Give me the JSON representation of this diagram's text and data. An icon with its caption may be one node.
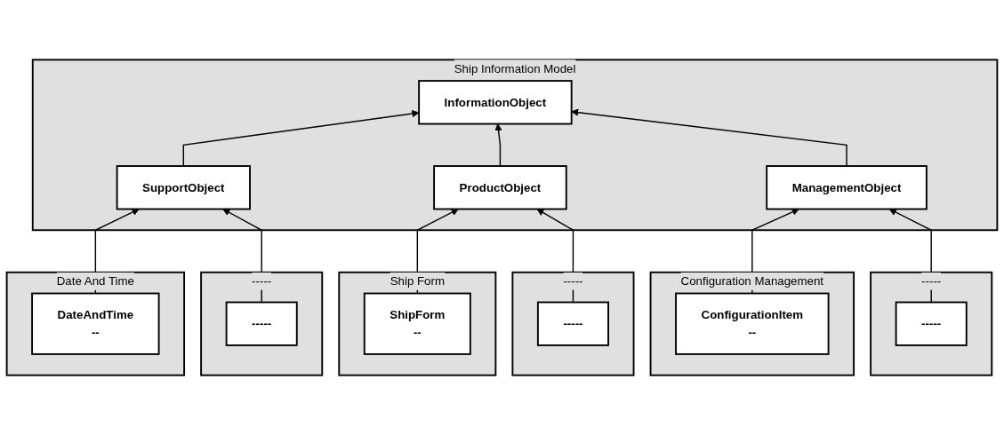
{
  "diagram": {
    "nodes": [
      {
        "text": [
          "Date And Time"
        ]
      },
      {
        "text": [
          "DateAndTime",
          "--"
        ],
        "in": 0
      },
      {
        "text": [
          "Ship Information Model"
        ]
      },
      {
        "text": [
          "InformationObject"
        ],
        "in": 2
      },
      {
        "text": [
          "SupportObject"
        ],
        "in": 2
      },
      {
        "text": [
          "ProductObject"
        ],
        "in": 2
      },
      {
        "text": [
          "ManagementObject"
        ],
        "in": 2
      },
      {
        "text": [
          "Ship Form"
        ]
      },
      {
        "text": [
          "ShipForm",
          "--"
        ],
        "in": 7
      },
      {
        "text": [
          "-----"
        ]
      },
      {
        "text": [
          "-----"
        ],
        "in": 9
      },
      {
        "text": [
          "-----"
        ]
      },
      {
        "text": [
          "-----"
        ],
        "in": 11
      },
      {
        "text": [
          "Configuration Management"
        ]
      },
      {
        "text": [
          "ConfigurationItem",
          "--"
        ],
        "in": 13
      },
      {
        "text": [
          "-----"
        ]
      },
      {
        "text": [
          "-----"
        ],
        "in": 15
      }
    ],
    "edges": [
      {
        "from": 1,
        "to": 4,
        "arrow": "to"
      },
      {
        "from": 8,
        "to": 5,
        "arrow": "to"
      },
      {
        "from": 4,
        "to": 3,
        "arrow": "to"
      },
      {
        "from": 5,
        "to": 3,
        "arrow": "to"
      },
      {
        "from": 6,
        "to": 3,
        "arrow": "to"
      },
      {
        "from": 10,
        "to": 4,
        "arrow": "to"
      },
      {
        "from": 12,
        "to": 5,
        "arrow": "to"
      },
      {
        "from": 14,
        "to": 6,
        "arrow": "to"
      },
      {
        "from": 16,
        "to": 6,
        "arrow": "to"
      }
    ]
  }
}
